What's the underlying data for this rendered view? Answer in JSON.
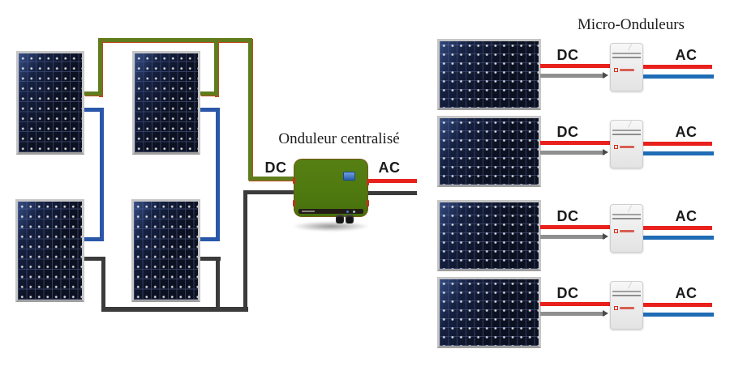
{
  "colors": {
    "wire_red": "#e8211d",
    "wire_acblue": "#1f6cb5",
    "wire_blue": "#2a57a8",
    "wire_gray": "#8f8f8f",
    "wire_black": "#3b3b3b",
    "wire_olive": "#5f7d1d",
    "wire_olive_edge": "#bc4a1e",
    "inverter_green": "#4f7a10"
  },
  "central_system": {
    "title": "Onduleur centralisé",
    "dc_label": "DC",
    "ac_label": "AC",
    "panel_count": 4
  },
  "micro_system": {
    "title": "Micro-Onduleurs",
    "panel_count": 4,
    "rows": [
      {
        "dc": "DC",
        "ac": "AC"
      },
      {
        "dc": "DC",
        "ac": "AC"
      },
      {
        "dc": "DC",
        "ac": "AC"
      },
      {
        "dc": "DC",
        "ac": "AC"
      }
    ]
  }
}
